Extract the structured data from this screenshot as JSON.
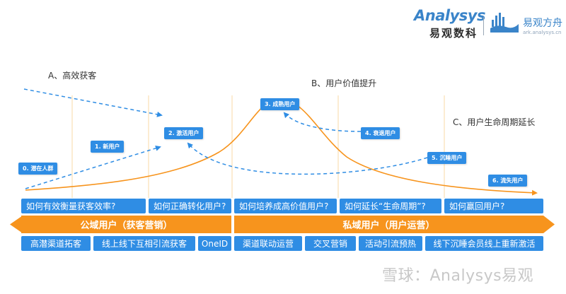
{
  "logo": {
    "brand_en": "Analysys",
    "brand_cn": "易观数科",
    "product_cn": "易观方舟",
    "product_url": "ark.analysys.cn"
  },
  "sections": {
    "a": "A、高效获客",
    "b": "B、用户价值提升",
    "c": "C、用户生命周期延长"
  },
  "nodes": [
    {
      "id": "0",
      "label": "0. 潜在人群"
    },
    {
      "id": "1",
      "label": "1. 新用户"
    },
    {
      "id": "2",
      "label": "2. 激活用户"
    },
    {
      "id": "3",
      "label": "3. 成熟用户"
    },
    {
      "id": "4",
      "label": "4. 衰退用户"
    },
    {
      "id": "5",
      "label": "5. 沉睡用户"
    },
    {
      "id": "6",
      "label": "6. 流失用户"
    }
  ],
  "questions": [
    "如何有效衡量获客效率?",
    "如何正确转化用户?",
    "如何培养成高价值用户?",
    "如何延长“生命周期”?",
    "如何赢回用户?"
  ],
  "bands": {
    "left": "公域用户（获客营销）",
    "right": "私域用户（用户运营）"
  },
  "tactics": [
    "高潜渠道拓客",
    "线上线下互相引流获客",
    "OneID",
    "渠道联动运营",
    "交叉营销",
    "活动引流预热",
    "线下沉睡会员线上重新激活"
  ],
  "colors": {
    "accent_blue": "#2f8de4",
    "curve_orange": "#f7941d",
    "arrow_blue": "#2f8de4",
    "divider_yellow": "#f8d9a6"
  },
  "watermark": "雪球：Analysys易观"
}
